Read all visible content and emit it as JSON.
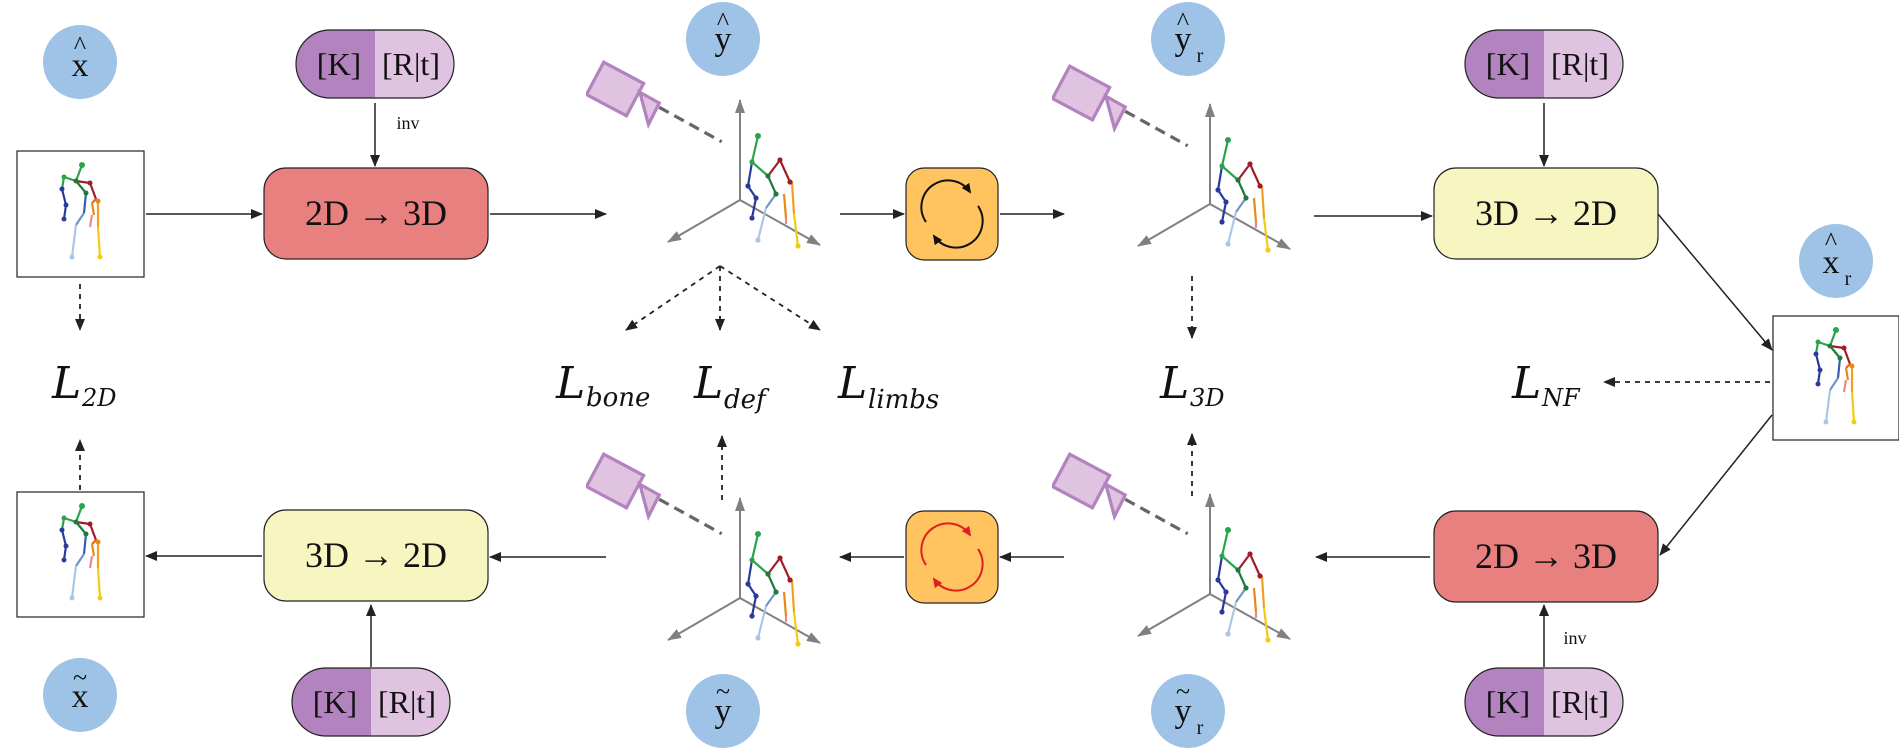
{
  "colors": {
    "circle": "#9fc3e6",
    "lift_box": "#e88080",
    "proj_box": "#f8f6c0",
    "rot_box": "#ffc460",
    "cam_dark": "#b283bf",
    "cam_light": "#dfc3e0",
    "arrow": "#222222",
    "axis": "#808080",
    "rot_black": "#111111",
    "rot_red": "#e02020"
  },
  "icons": {
    "rotation": "circular-arrows-icon",
    "camera": "camera-icon",
    "skeleton": "skeleton-pose-icon",
    "axes": "3d-axes-icon"
  },
  "circles": {
    "x_hat": {
      "base": "x",
      "accent": "^",
      "sub": ""
    },
    "y_hat": {
      "base": "y",
      "accent": "^",
      "sub": ""
    },
    "y_hat_r": {
      "base": "y",
      "accent": "^",
      "sub": "r"
    },
    "x_hat_r": {
      "base": "x",
      "accent": "^",
      "sub": "r"
    },
    "x_tilde": {
      "base": "x",
      "accent": "~",
      "sub": ""
    },
    "y_tilde": {
      "base": "y",
      "accent": "~",
      "sub": ""
    },
    "y_tilde_r": {
      "base": "y",
      "accent": "~",
      "sub": "r"
    }
  },
  "camera_params": {
    "k": "[K]",
    "rt": "[R|t]"
  },
  "boxes": {
    "lift_top": "2D → 3D",
    "proj_top": "3D → 2D",
    "lift_bottom": "2D → 3D",
    "proj_bottom": "3D → 2D"
  },
  "inv_label": "inv",
  "losses": {
    "l2d": {
      "main": "L",
      "sub": "2D"
    },
    "bone": {
      "main": "L",
      "sub": "bone"
    },
    "def": {
      "main": "L",
      "sub": "def"
    },
    "limbs": {
      "main": "L",
      "sub": "limbs"
    },
    "l3d": {
      "main": "L",
      "sub": "3D"
    },
    "nf": {
      "main": "L",
      "sub": "NF"
    }
  }
}
